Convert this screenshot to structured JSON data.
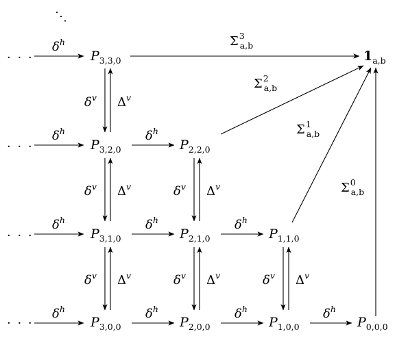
{
  "diagram": {
    "corner_dots": "⋱",
    "ellipsis": "· · ·",
    "nodes": {
      "P330": {
        "base": "P",
        "sub": "3,3,0"
      },
      "P320": {
        "base": "P",
        "sub": "3,2,0"
      },
      "P220": {
        "base": "P",
        "sub": "2,2,0"
      },
      "P310": {
        "base": "P",
        "sub": "3,1,0"
      },
      "P210": {
        "base": "P",
        "sub": "2,1,0"
      },
      "P110": {
        "base": "P",
        "sub": "1,1,0"
      },
      "P300": {
        "base": "P",
        "sub": "3,0,0"
      },
      "P200": {
        "base": "P",
        "sub": "2,0,0"
      },
      "P100": {
        "base": "P",
        "sub": "1,0,0"
      },
      "P000": {
        "base": "P",
        "sub": "0,0,0"
      },
      "one": {
        "base": "1",
        "sub": "a,b"
      }
    },
    "labels": {
      "delta": "δ",
      "Delta": "Δ",
      "h": "h",
      "v": "v",
      "Sigma": "Σ",
      "sigma_sub": "a,b",
      "sigma3_sup": "3",
      "sigma2_sup": "2",
      "sigma1_sup": "1",
      "sigma0_sup": "0"
    }
  }
}
